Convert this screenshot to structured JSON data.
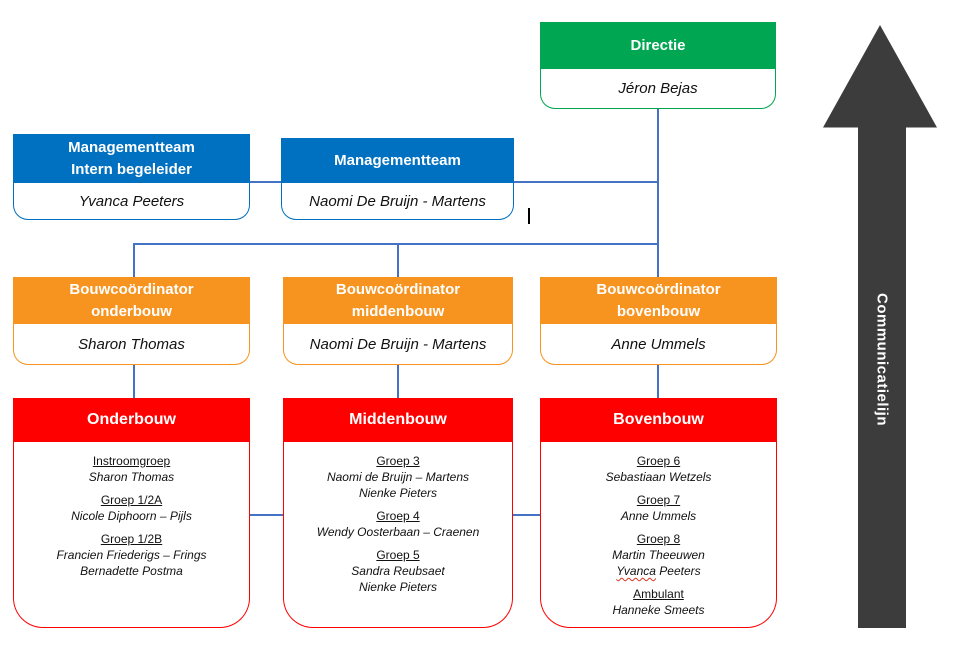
{
  "colors": {
    "green": "#00A651",
    "blue": "#0070C0",
    "orange": "#F79420",
    "red": "#FF0000",
    "connector": "#4472C4",
    "arrow_gray": "#3C3C3C"
  },
  "directie": {
    "header": "Directie",
    "person": "Jéron Bejas"
  },
  "mgmt_intern": {
    "header_line1": "Managementteam",
    "header_line2": "Intern begeleider",
    "person": "Yvanca Peeters"
  },
  "mgmt": {
    "header": "Managementteam",
    "person": "Naomi De Bruijn - Martens"
  },
  "coordinators": [
    {
      "header_line1": "Bouwcoördinator",
      "header_line2": "onderbouw",
      "person": "Sharon Thomas"
    },
    {
      "header_line1": "Bouwcoördinator",
      "header_line2": "middenbouw",
      "person": "Naomi De Bruijn - Martens"
    },
    {
      "header_line1": "Bouwcoördinator",
      "header_line2": "bovenbouw",
      "person": "Anne Ummels"
    }
  ],
  "departments": [
    {
      "header": "Onderbouw",
      "groups": [
        {
          "title": "Instroomgroep",
          "names": [
            "Sharon Thomas"
          ]
        },
        {
          "title": "Groep 1/2A",
          "names": [
            "Nicole Diphoorn – Pijls"
          ]
        },
        {
          "title": "Groep 1/2B",
          "names": [
            "Francien Friederigs – Frings",
            "Bernadette Postma"
          ]
        }
      ]
    },
    {
      "header": "Middenbouw",
      "groups": [
        {
          "title": "Groep 3",
          "names": [
            "Naomi de Bruijn – Martens",
            "Nienke Pieters"
          ]
        },
        {
          "title": "Groep 4",
          "names": [
            "Wendy Oosterbaan – Craenen"
          ]
        },
        {
          "title": "Groep 5",
          "names": [
            "Sandra Reubsaet",
            "Nienke Pieters"
          ]
        }
      ]
    },
    {
      "header": "Bovenbouw",
      "groups": [
        {
          "title": "Groep 6",
          "names": [
            "Sebastiaan Wetzels"
          ]
        },
        {
          "title": "Groep 7",
          "names": [
            "Anne Ummels"
          ]
        },
        {
          "title": "Groep 8",
          "names": [
            "Martin Theeuwen",
            "Yvanca Peeters"
          ],
          "squiggle": "Yvanca"
        },
        {
          "title": "Ambulant",
          "names": [
            "Hanneke Smeets"
          ]
        }
      ]
    }
  ],
  "arrow": {
    "label": "Communicatielijn"
  }
}
